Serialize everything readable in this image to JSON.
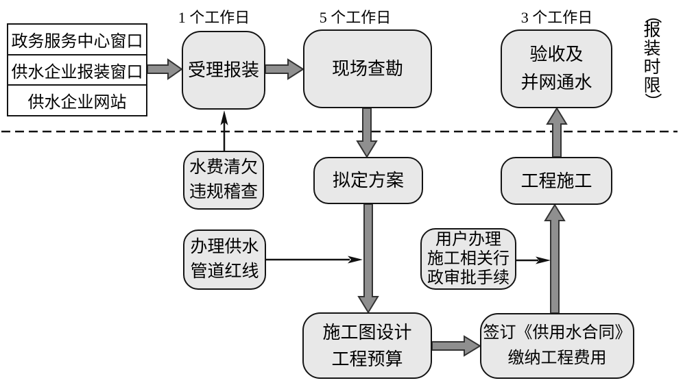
{
  "diagram": {
    "channels": [
      "政务服务中心窗口",
      "供水企业报装窗口",
      "供水企业网站"
    ],
    "durations": {
      "accept": "1 个工作日",
      "survey": "5 个工作日",
      "acceptance": "3 个工作日"
    },
    "side_note": {
      "open": "（",
      "chars": [
        "报",
        "装",
        "时",
        "限"
      ],
      "close": "）"
    },
    "nodes": {
      "accept": {
        "lines": [
          "受理报装"
        ]
      },
      "survey": {
        "lines": [
          "现场查勘"
        ]
      },
      "acceptance": {
        "lines": [
          "验收及",
          "并网通水"
        ]
      },
      "arrears": {
        "lines": [
          "水费清欠",
          "违规稽查"
        ]
      },
      "plan": {
        "lines": [
          "拟定方案"
        ]
      },
      "construction": {
        "lines": [
          "工程施工"
        ]
      },
      "redline": {
        "lines": [
          "办理供水",
          "管道红线"
        ]
      },
      "approval": {
        "lines": [
          "用户办理",
          "施工相关行",
          "政审批手续"
        ]
      },
      "design": {
        "lines": [
          "施工图设计",
          "工程预算"
        ]
      },
      "contract": {
        "lines": [
          "签订《供用水合同》",
          "缴纳工程费用"
        ]
      }
    },
    "colors": {
      "node_fill": "#e8e8e8",
      "node_border": "#141414",
      "thick_arrow_fill": "#8f8f8f",
      "thick_arrow_stroke": "#333333",
      "thin_arrow": "#111111",
      "dashed_line": "#111111"
    }
  }
}
